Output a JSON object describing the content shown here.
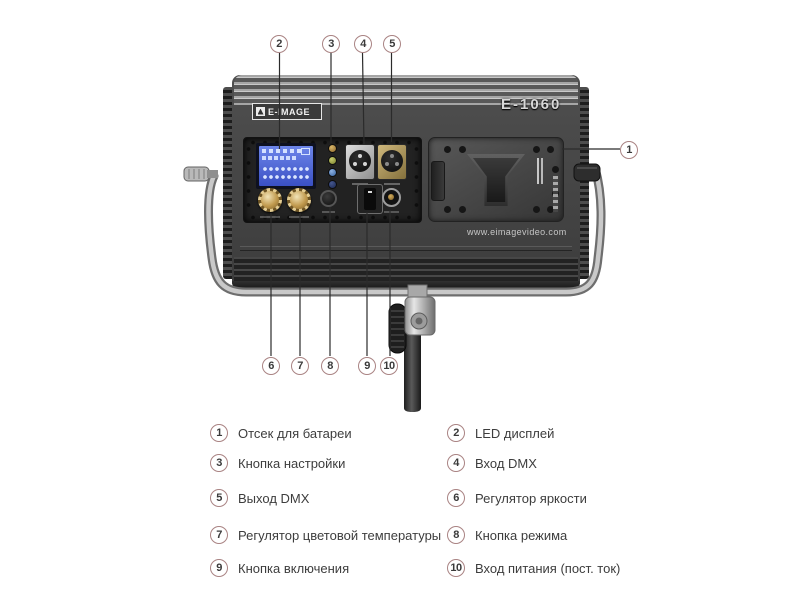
{
  "product": {
    "brand_logo": "E-IMAGE",
    "model": "E-1060",
    "website": "www.eimagevideo.com"
  },
  "legend": [
    {
      "num": "1",
      "label": "Отсек для батареи"
    },
    {
      "num": "2",
      "label": "LED дисплей"
    },
    {
      "num": "3",
      "label": "Кнопка настройки"
    },
    {
      "num": "4",
      "label": "Вход DMX"
    },
    {
      "num": "5",
      "label": "Выход DMX"
    },
    {
      "num": "6",
      "label": "Регулятор яркости"
    },
    {
      "num": "7",
      "label": "Регулятор цветовой температуры"
    },
    {
      "num": "8",
      "label": "Кнопка режима"
    },
    {
      "num": "9",
      "label": "Кнопка включения"
    },
    {
      "num": "10",
      "label": "Вход питания (пост. ток)"
    }
  ],
  "colors": {
    "callout_ring": "#a98383",
    "lcd_blue": "#4b63d8",
    "knob_gold": "#c19a4e",
    "body_gray": "#454545"
  }
}
